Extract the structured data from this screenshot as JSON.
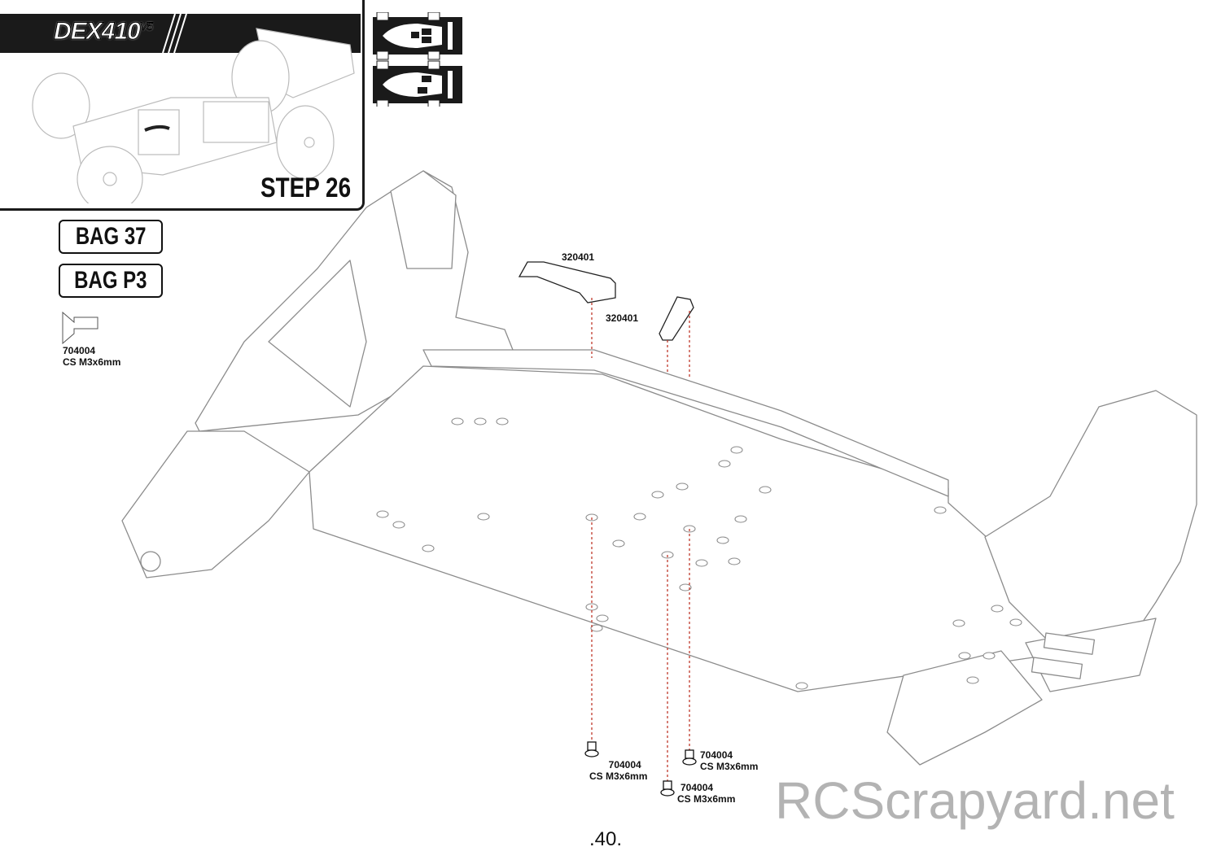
{
  "header": {
    "logo_text": "DEX410",
    "logo_version": "V5",
    "step": "STEP 26"
  },
  "bags": [
    "BAG 37",
    "BAG P3"
  ],
  "parts_legend": {
    "part_no": "704004",
    "desc": "CS M3x6mm"
  },
  "callouts": [
    {
      "part_no": "320401"
    },
    {
      "part_no": "320401"
    },
    {
      "part_no": "704004",
      "desc": "CS M3x6mm"
    },
    {
      "part_no": "704004",
      "desc": "CS M3x6mm"
    },
    {
      "part_no": "704004",
      "desc": "CS M3x6mm"
    }
  ],
  "page_number": ".40.",
  "watermark": "RCScrapyard.net",
  "colors": {
    "line": "#8c8c8c",
    "ink": "#111111",
    "guide": "#c0392b"
  }
}
